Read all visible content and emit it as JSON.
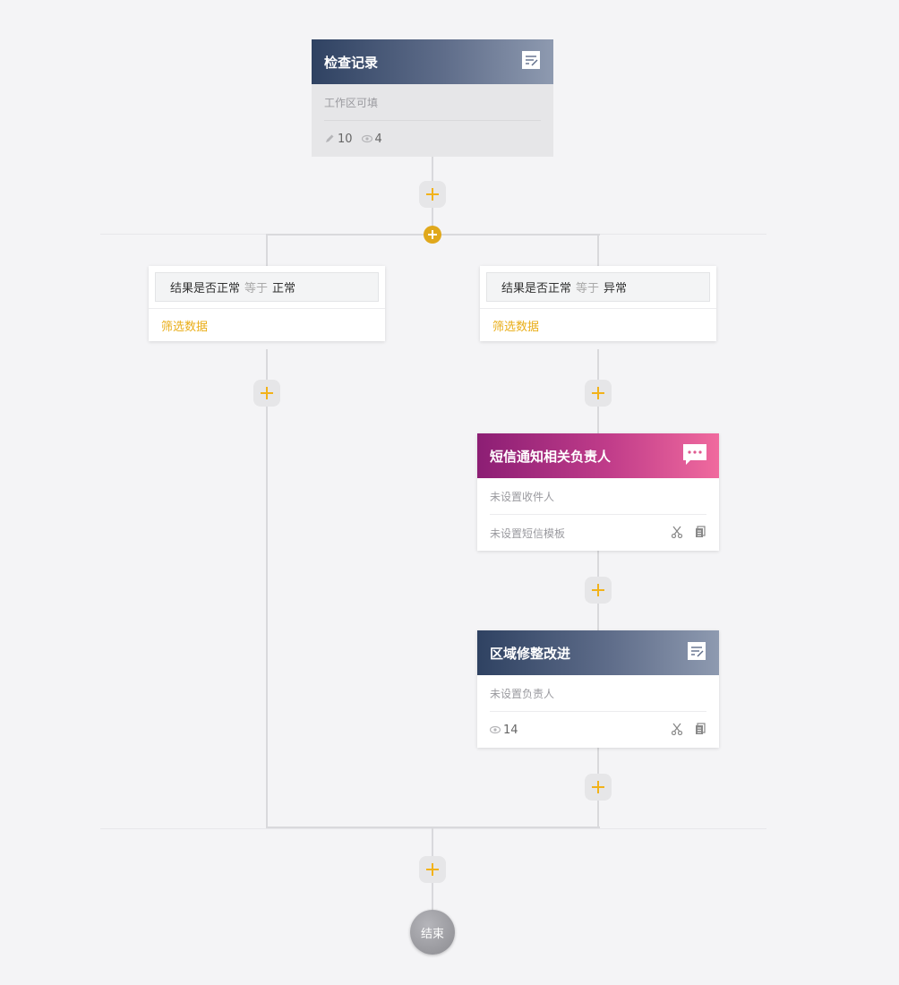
{
  "nodes": {
    "inspection": {
      "title": "检查记录",
      "subtitle": "工作区可填",
      "edit_count": "10",
      "view_count": "4"
    },
    "sms": {
      "title": "短信通知相关负责人",
      "recipient": "未设置收件人",
      "template": "未设置短信模板"
    },
    "improve": {
      "title": "区域修整改进",
      "assignee": "未设置负责人",
      "view_count": "14"
    }
  },
  "branches": {
    "left": {
      "field": "结果是否正常",
      "operator": "等于",
      "value": "正常",
      "filter_label": "筛选数据"
    },
    "right": {
      "field": "结果是否正常",
      "operator": "等于",
      "value": "异常",
      "filter_label": "筛选数据"
    }
  },
  "end_label": "结束",
  "colors": {
    "accent": "#f2b21a",
    "branch_add": "#e0a81c"
  },
  "icons": {
    "form": "form-icon",
    "message": "message-icon",
    "pencil": "pencil-icon",
    "eye": "eye-icon",
    "scissors": "cut-icon",
    "copy": "copy-icon"
  }
}
